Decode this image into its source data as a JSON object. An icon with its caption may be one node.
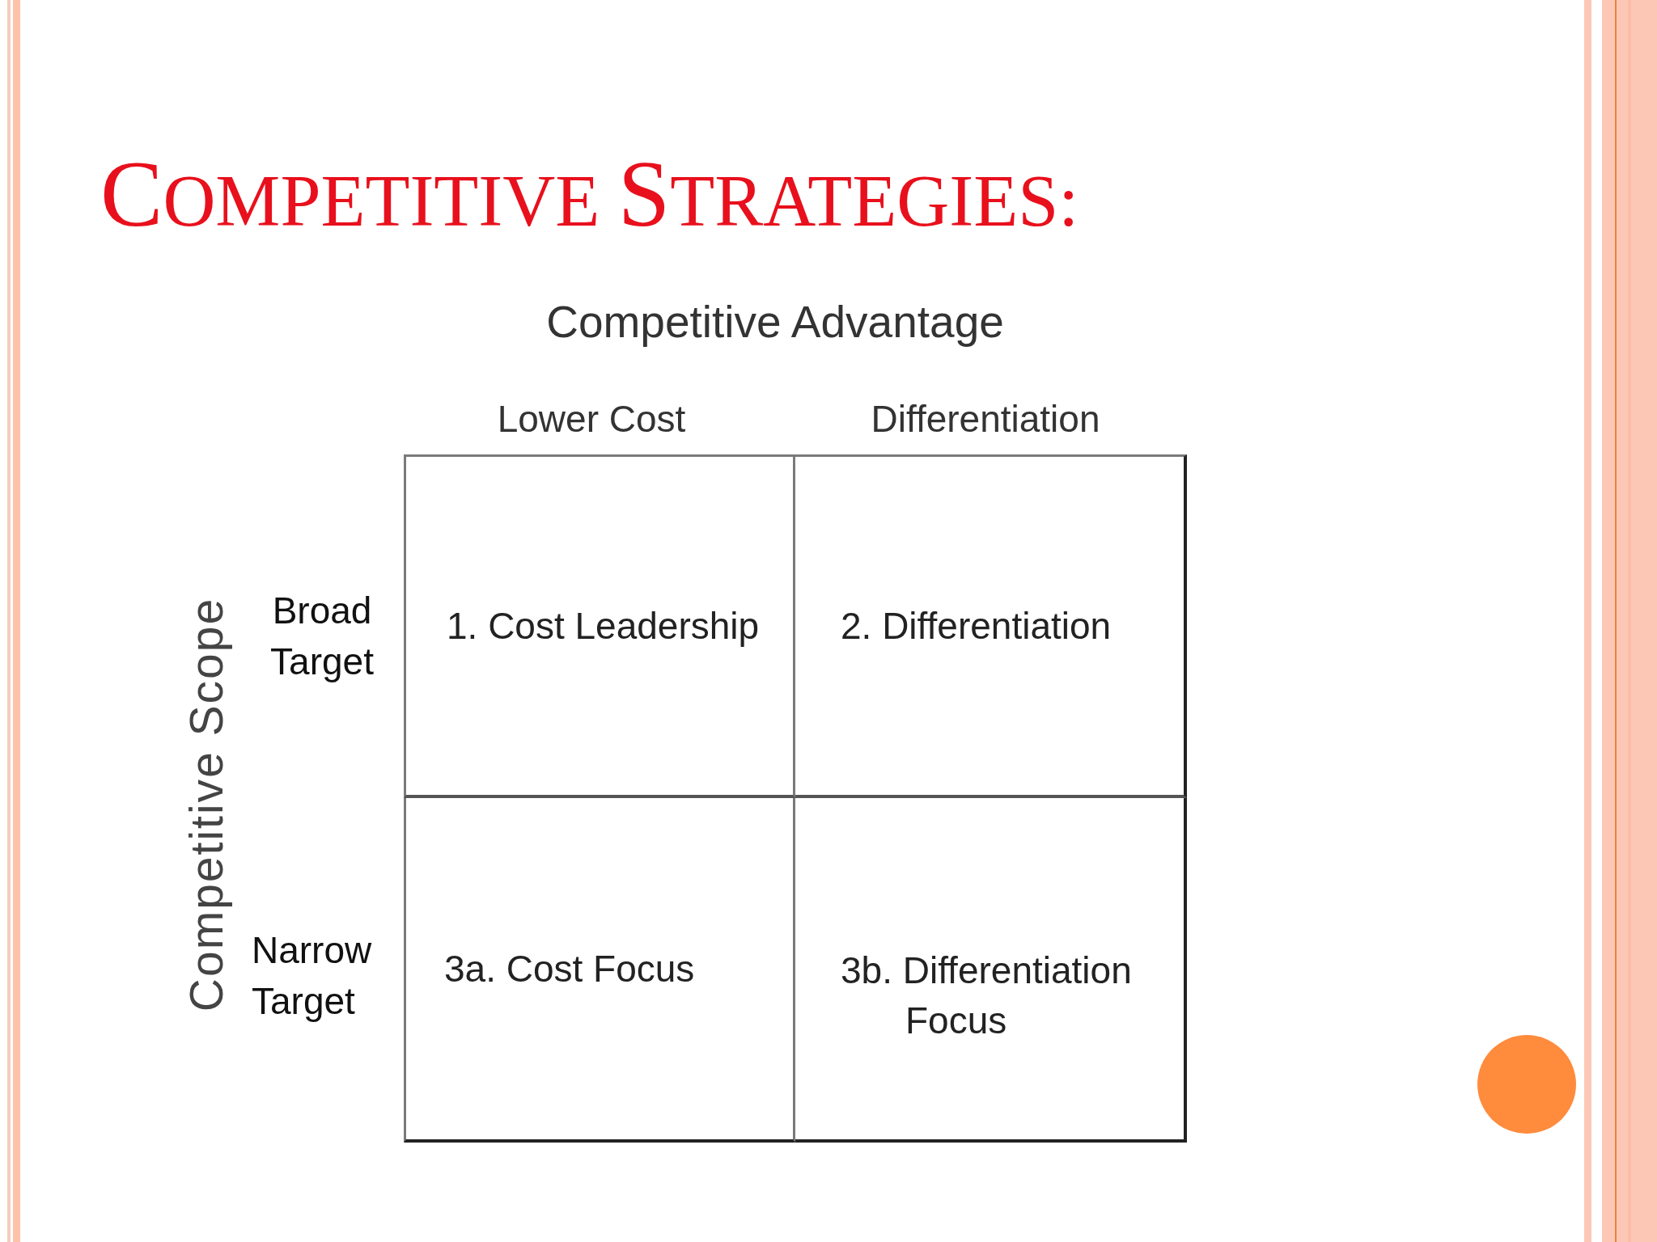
{
  "diagram": {
    "title": "COMPETITIVE STRATEGIES:",
    "nodes": [
      {
        "text": [
          "1. Cost Leadership"
        ]
      },
      {
        "text": [
          "2. Differentiation"
        ]
      },
      {
        "text": [
          "3a. Cost Focus"
        ]
      },
      {
        "text": [
          "3b. Differentiation Focus"
        ]
      }
    ],
    "labels": [
      "Competitive Advantage",
      "Lower Cost",
      "Differentiation",
      "Competitive Scope",
      "Broad Target",
      "Narrow Target"
    ]
  }
}
